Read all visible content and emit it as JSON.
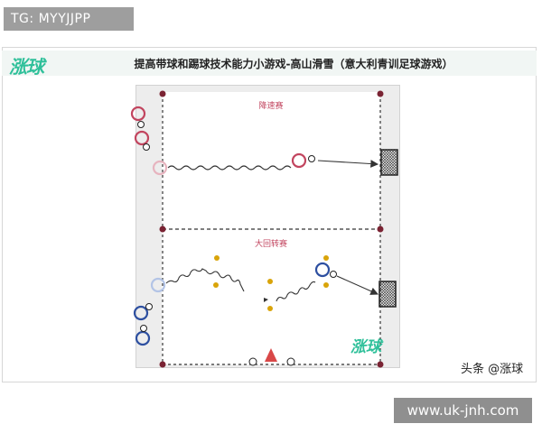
{
  "watermark_top": "TG: MYYJJPP",
  "logo": "涨球",
  "title": "提高带球和踢球技术能力小游戏-高山滑雪（意大利青训足球游戏）",
  "sections": {
    "top_label": "降速赛",
    "bottom_label": "大回转赛"
  },
  "logo_bottom": "涨球",
  "credit": "头条 @涨球",
  "url": "www.uk-jnh.com",
  "colors": {
    "red_player": "#c2455f",
    "blue_player": "#2d4fa0",
    "brand_green": "#2fc09a"
  }
}
